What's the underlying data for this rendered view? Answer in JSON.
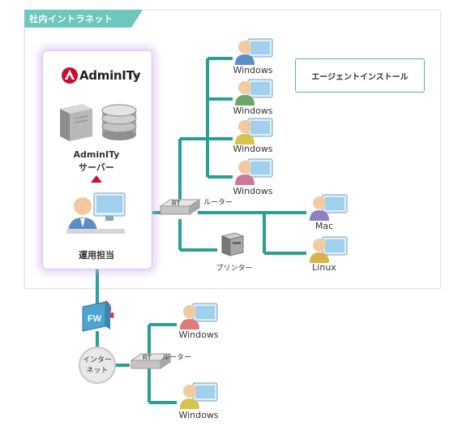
{
  "intranet": {
    "label": "社内イントラネット"
  },
  "server": {
    "logo_text": "AdminITy",
    "logo_suffix": "®",
    "name_line1": "AdminITy",
    "name_line2": "サーバー",
    "operator_label": "運用担当"
  },
  "agent_install": {
    "label": "エージェントインストール"
  },
  "devices": {
    "windows_1": "Windows",
    "windows_2": "Windows",
    "windows_3": "Windows",
    "windows_4": "Windows",
    "mac": "Mac",
    "linux": "Linux",
    "printer": "プリンター",
    "router_main": "ルーター",
    "router_main_badge": "RT",
    "firewall": "FW",
    "internet_line1": "インター",
    "internet_line2": "ネット",
    "router_ext": "ルーター",
    "router_ext_badge": "RT",
    "ext_windows_1": "Windows",
    "ext_windows_2": "Windows"
  },
  "colors": {
    "line": "#2a9f94",
    "line_dark": "#1d7f76",
    "tab": "#6ec7bd",
    "glow": "#c8aaf0",
    "logo_red": "#c8102e"
  }
}
